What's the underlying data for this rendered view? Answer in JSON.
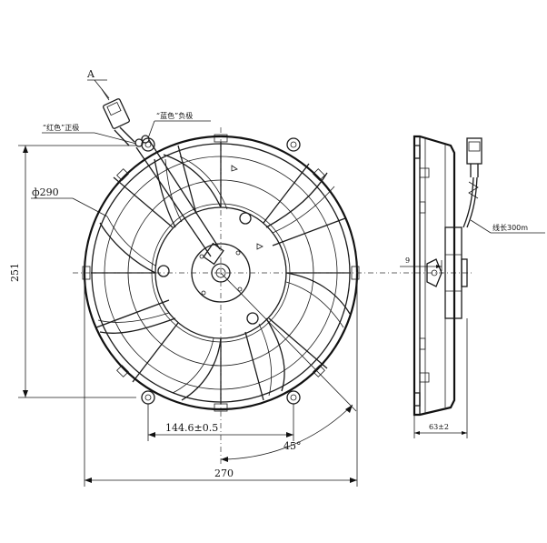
{
  "labels": {
    "callout_a": "A",
    "red_positive": "“红色”正极",
    "blue_negative": "“蓝色”负极",
    "diameter": "ф290",
    "height": "251",
    "hole_spacing": "144.6±0.5",
    "angle": "45°",
    "width": "270",
    "offset": "9",
    "depth": "63±2",
    "wire_length": "线长300m"
  }
}
